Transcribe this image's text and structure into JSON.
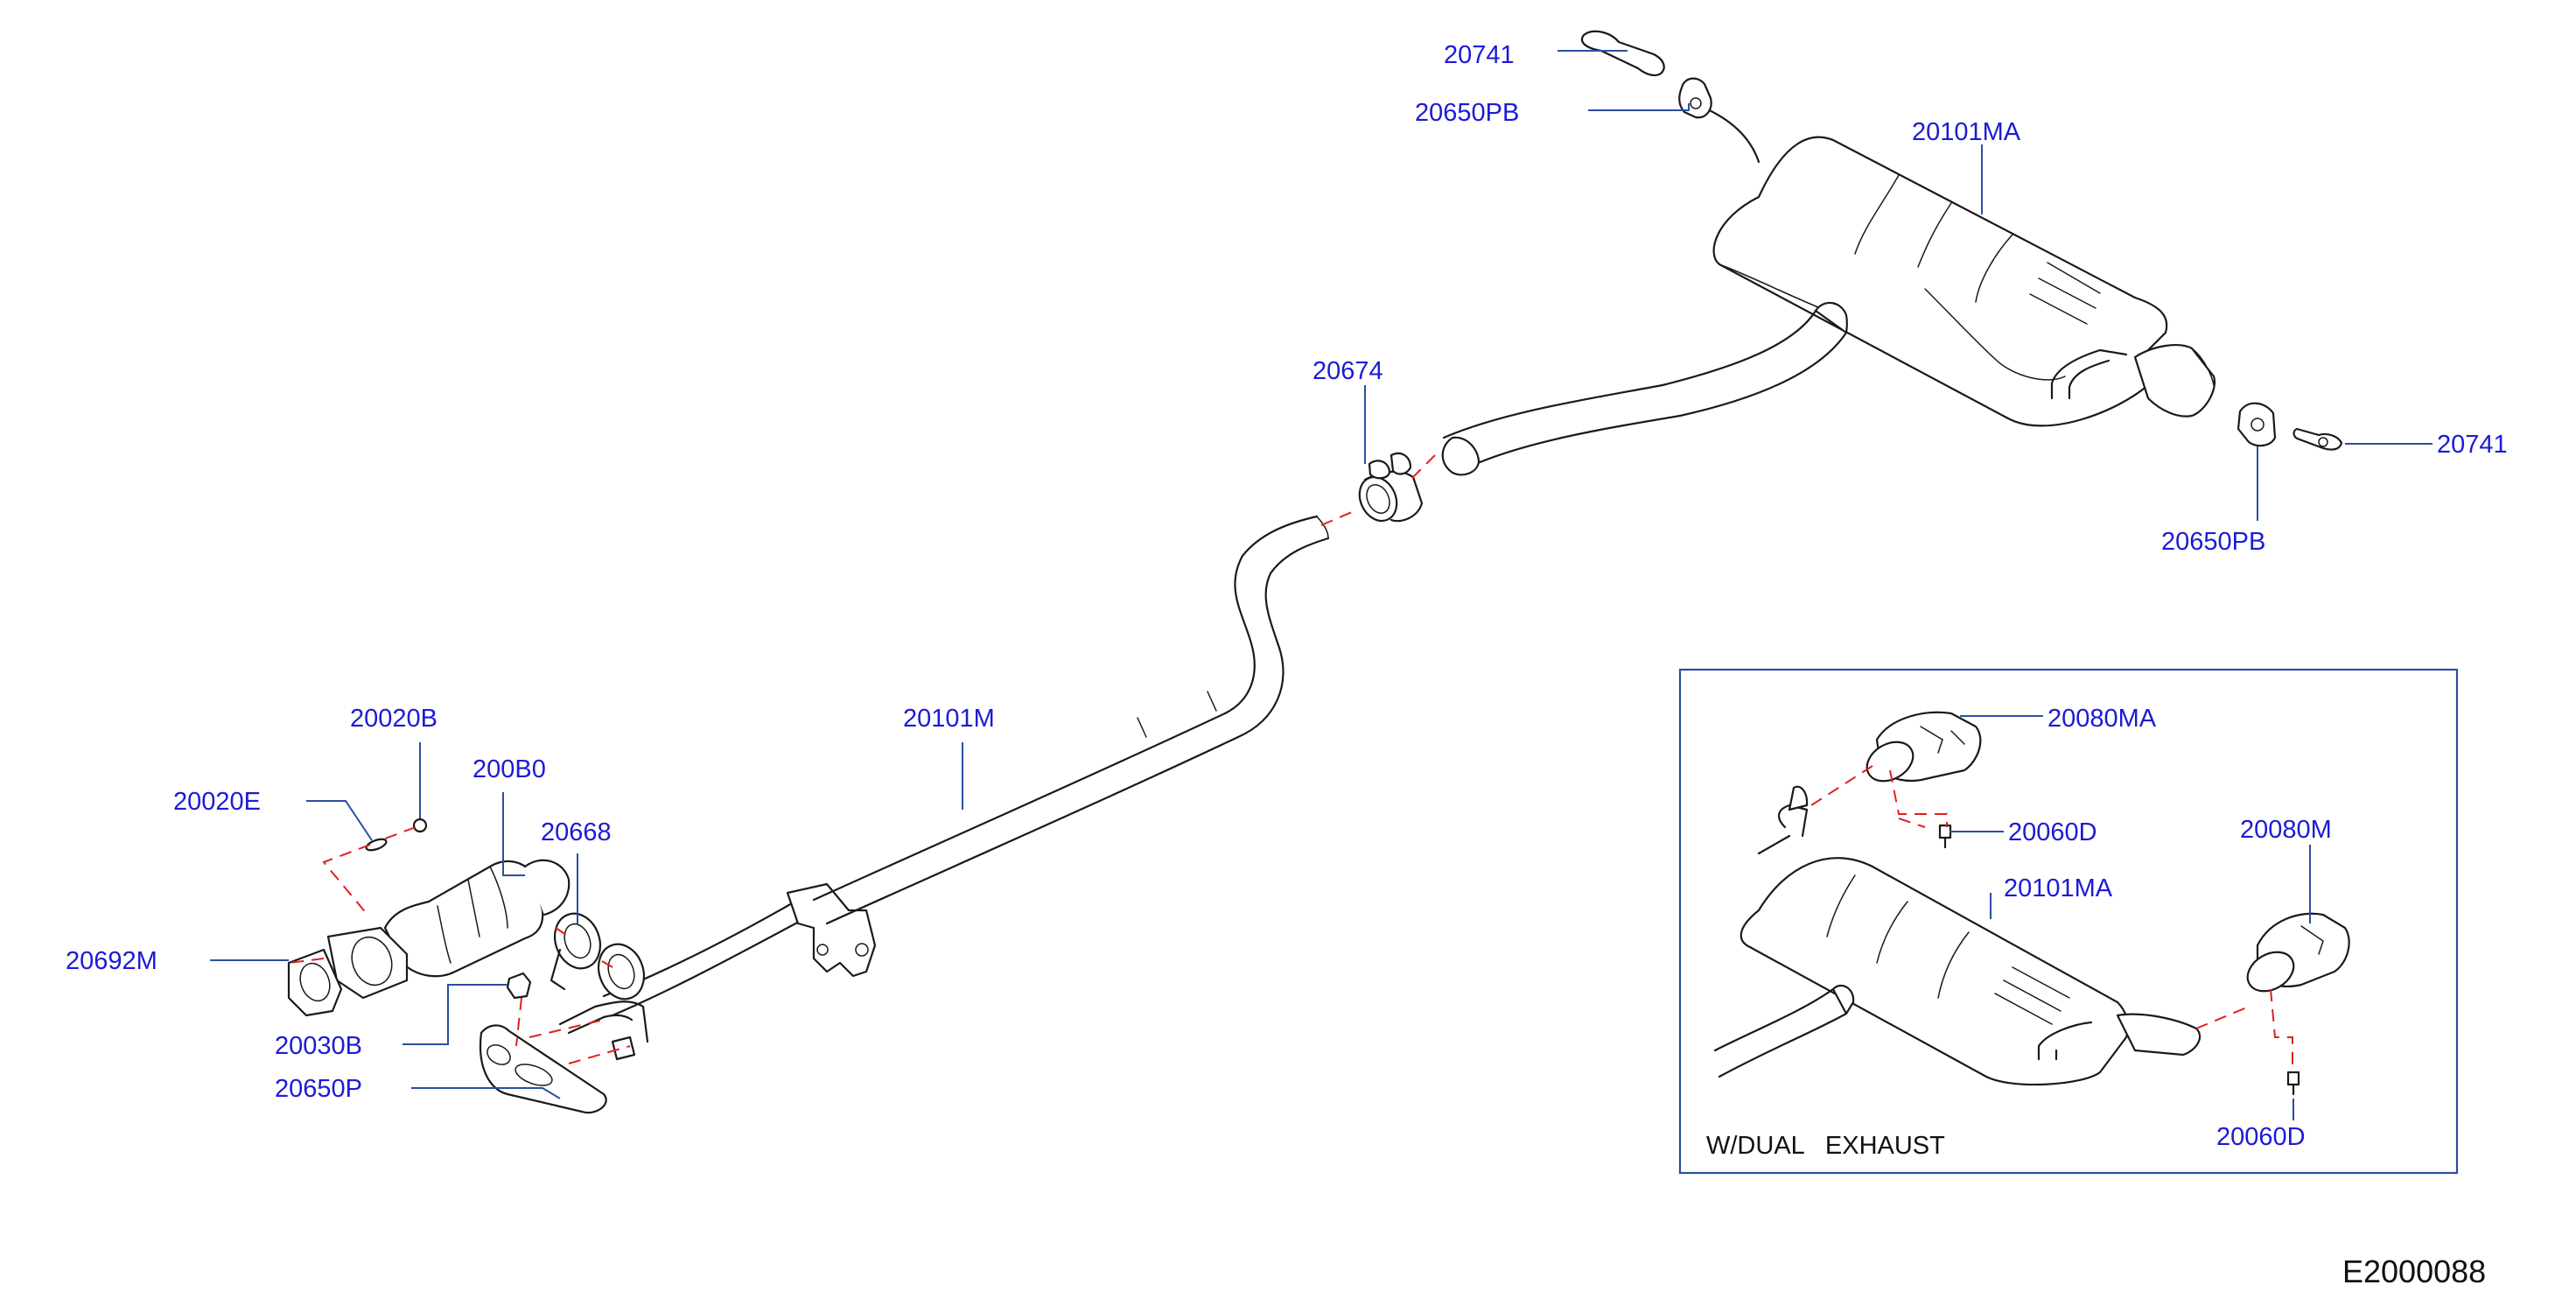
{
  "diagram": {
    "drawing_number": "E2000088",
    "inset_caption": "W/DUAL   EXHAUST",
    "callouts": {
      "p20741_top": "20741",
      "p20650PB_top": "20650PB",
      "p20101MA_top": "20101MA",
      "p20674": "20674",
      "p20741_right": "20741",
      "p20650PB_right": "20650PB",
      "p20101M": "20101M",
      "p20020B": "20020B",
      "p200B0": "200B0",
      "p20020E": "20020E",
      "p20668": "20668",
      "p20692M": "20692M",
      "p20030B": "20030B",
      "p20650P": "20650P",
      "p20080MA": "20080MA",
      "p20060D_top": "20060D",
      "p20101MA_inset": "20101MA",
      "p20080M": "20080M",
      "p20060D_bottom": "20060D"
    },
    "colors": {
      "callout_text": "#1b1bd6",
      "leader_line": "#2a4fa0",
      "assembly_dash": "#e02020",
      "part_line": "#1a1a1a"
    }
  }
}
